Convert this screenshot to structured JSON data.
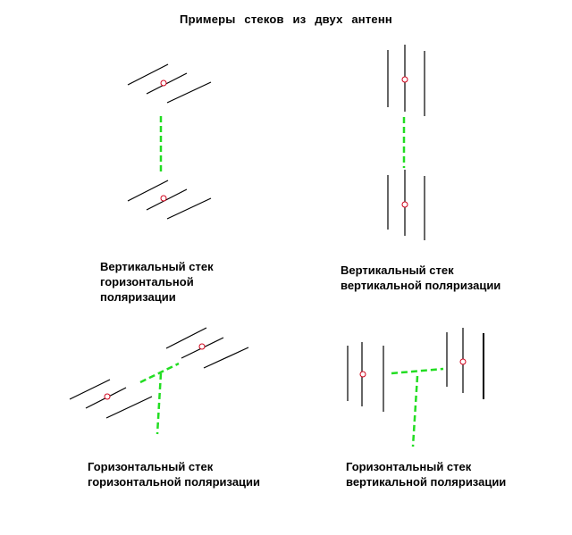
{
  "title": "Примеры стеков из двух антенн",
  "panels": [
    {
      "id": "vertical-stack-horizontal-polarization",
      "caption_lines": [
        "Вертикальный стек",
        "горизонтальной",
        "поляризации"
      ]
    },
    {
      "id": "vertical-stack-vertical-polarization",
      "caption_lines": [
        "Вертикальный стек",
        "вертикальной поляризации"
      ]
    },
    {
      "id": "horizontal-stack-horizontal-polarization",
      "caption_lines": [
        "Горизонтальный стек",
        "горизонтальной поляризации"
      ]
    },
    {
      "id": "horizontal-stack-vertical-polarization",
      "caption_lines": [
        "Горизонтальный стек",
        "вертикальной поляризации"
      ]
    }
  ],
  "colors": {
    "element": "#000000",
    "feed_point": "#d0021b",
    "feeder_line": "#22dd22"
  }
}
